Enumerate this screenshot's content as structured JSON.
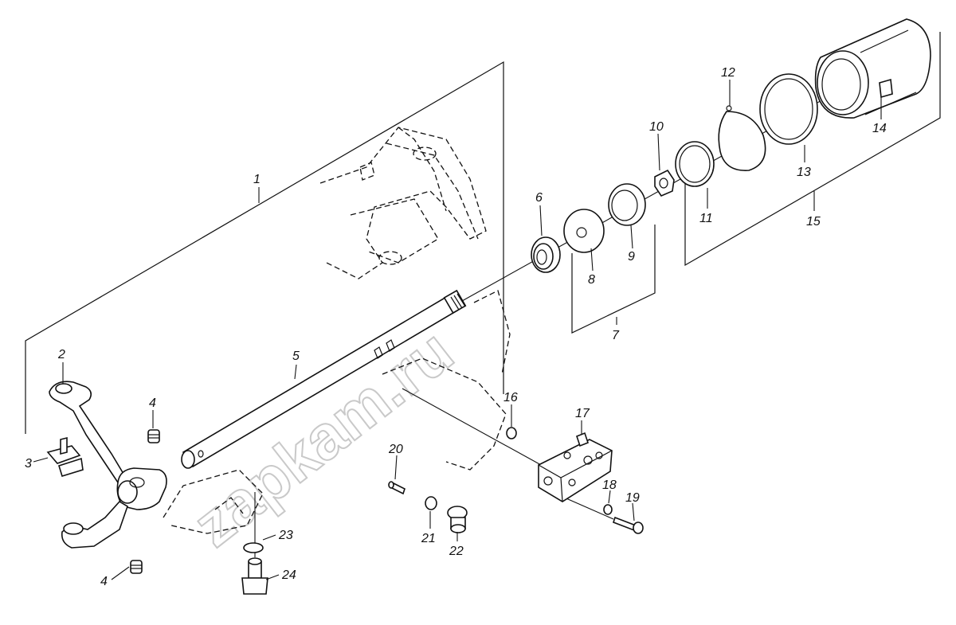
{
  "watermark": "zapkam.ru",
  "callouts": [
    {
      "id": "1",
      "label": "1"
    },
    {
      "id": "2",
      "label": "2"
    },
    {
      "id": "3",
      "label": "3"
    },
    {
      "id": "4a",
      "label": "4"
    },
    {
      "id": "4b",
      "label": "4"
    },
    {
      "id": "5",
      "label": "5"
    },
    {
      "id": "6",
      "label": "6"
    },
    {
      "id": "7",
      "label": "7"
    },
    {
      "id": "8",
      "label": "8"
    },
    {
      "id": "9",
      "label": "9"
    },
    {
      "id": "10",
      "label": "10"
    },
    {
      "id": "11",
      "label": "11"
    },
    {
      "id": "12",
      "label": "12"
    },
    {
      "id": "13",
      "label": "13"
    },
    {
      "id": "14",
      "label": "14"
    },
    {
      "id": "15",
      "label": "15"
    },
    {
      "id": "16",
      "label": "16"
    },
    {
      "id": "17",
      "label": "17"
    },
    {
      "id": "18",
      "label": "18"
    },
    {
      "id": "19",
      "label": "19"
    },
    {
      "id": "20",
      "label": "20"
    },
    {
      "id": "21",
      "label": "21"
    },
    {
      "id": "22",
      "label": "22"
    },
    {
      "id": "23",
      "label": "23"
    },
    {
      "id": "24",
      "label": "24"
    }
  ]
}
